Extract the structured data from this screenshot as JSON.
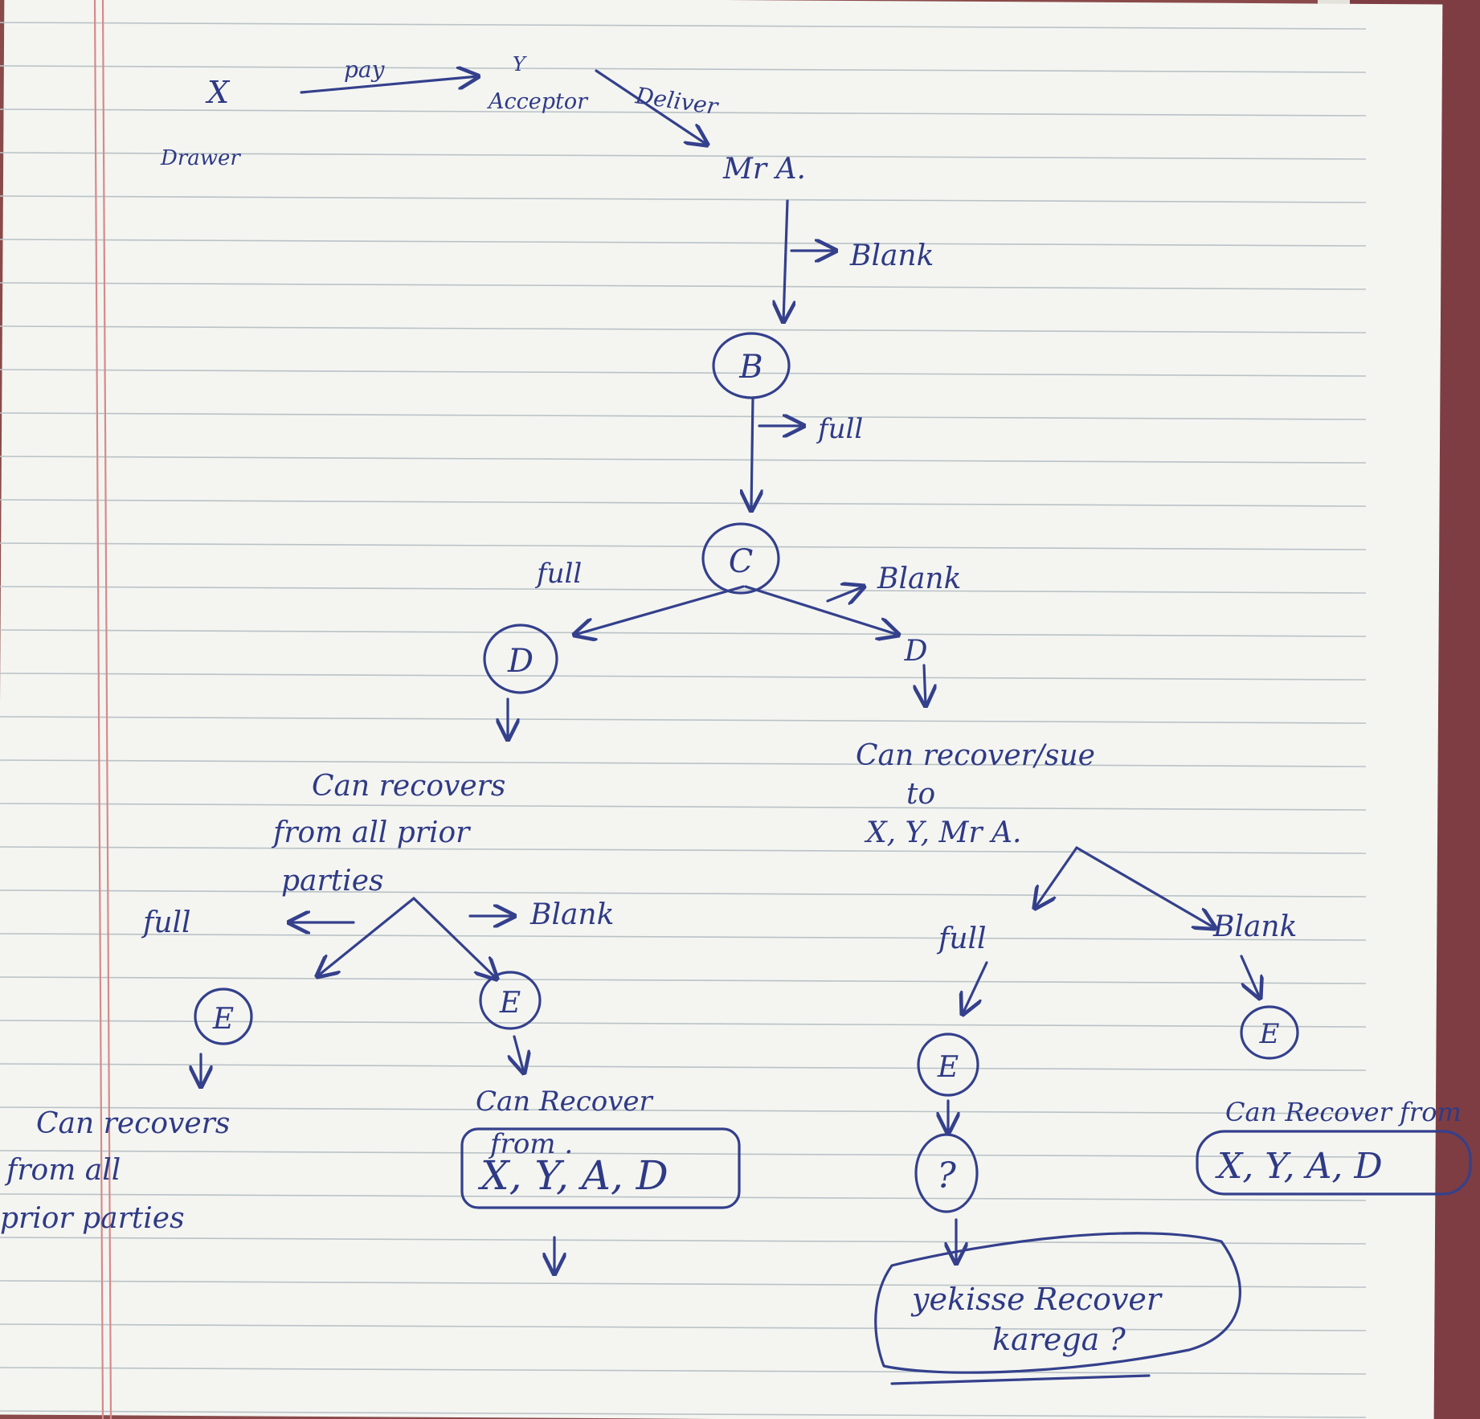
{
  "diagram": {
    "top": {
      "drawer_node": "X",
      "drawer_role": "Drawer",
      "pay_label": "pay",
      "acceptor_node": "Y",
      "acceptor_role": "Acceptor",
      "deliver_label": "Deliver",
      "payee_node": "Mr A."
    },
    "chain": {
      "edge_a_b": "Blank",
      "node_b": "B",
      "edge_b_c": "full",
      "node_c": "C"
    },
    "left_branch": {
      "edge_label": "full",
      "node": "D",
      "note": [
        "Can recovers",
        "from all prior",
        "parties"
      ],
      "full_edge": "full",
      "blank_edge": "Blank",
      "full_node": "E",
      "full_note": [
        "Can recovers",
        "from all",
        "prior parties"
      ],
      "blank_node": "E",
      "blank_note": [
        "Can Recover",
        "from ."
      ],
      "blank_box": "X, Y, A, D"
    },
    "right_branch": {
      "edge_label": "Blank",
      "node": "D",
      "note": [
        "Can recover/sue",
        "to",
        "X, Y, Mr A."
      ],
      "full_edge": "full",
      "blank_edge": "Blank",
      "full_node": "E",
      "question_node": "?",
      "question_box": [
        "yekisse Recover",
        "karega ?"
      ],
      "blank_node": "E",
      "blank_note": "Can Recover from",
      "blank_box": "X, Y, A, D"
    }
  },
  "colors": {
    "ink": "#34408c",
    "paper": "#f4f5f1",
    "rule": "#b9c2c6",
    "margin": "#d68a8a"
  }
}
